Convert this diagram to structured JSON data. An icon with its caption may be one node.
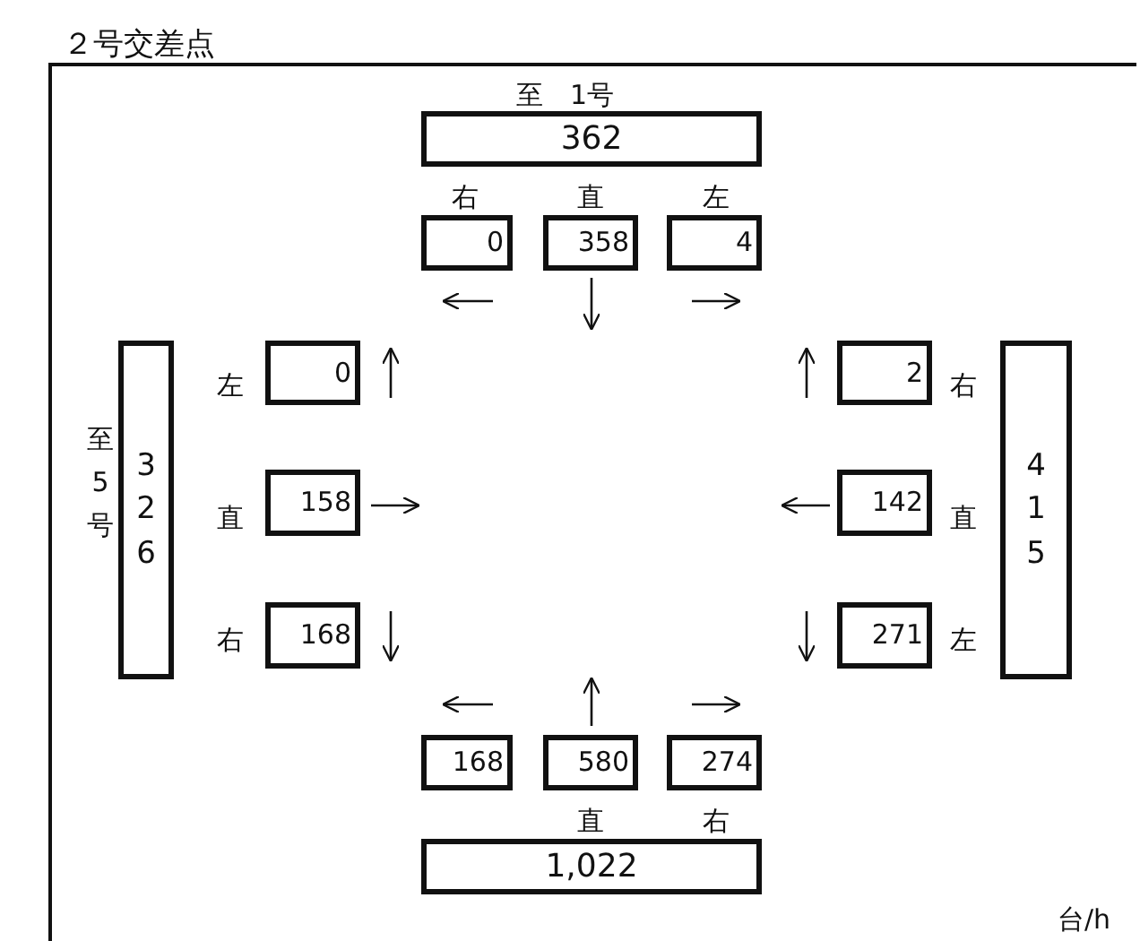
{
  "diagram": {
    "title": "２号交差点",
    "nodes": [
      {
        "text": [
          "362"
        ],
        "beside": [
          "至　1号"
        ]
      },
      {
        "text": [
          "0"
        ],
        "beside": [
          "右"
        ]
      },
      {
        "text": [
          "358"
        ],
        "beside": [
          "直"
        ]
      },
      {
        "text": [
          "4"
        ],
        "beside": [
          "左"
        ]
      },
      {
        "text": [
          "326"
        ],
        "beside": [
          "至　5号"
        ]
      },
      {
        "text": [
          "0"
        ],
        "beside": [
          "左"
        ]
      },
      {
        "text": [
          "158"
        ],
        "beside": [
          "直"
        ]
      },
      {
        "text": [
          "168"
        ],
        "beside": [
          "右"
        ]
      },
      {
        "text": [
          "2"
        ],
        "beside": [
          "右"
        ]
      },
      {
        "text": [
          "142"
        ],
        "beside": [
          "直"
        ]
      },
      {
        "text": [
          "271"
        ],
        "beside": [
          "左"
        ]
      },
      {
        "text": [
          "415"
        ]
      },
      {
        "text": [
          "168"
        ]
      },
      {
        "text": [
          "580"
        ],
        "beside": [
          "直"
        ]
      },
      {
        "text": [
          "274"
        ],
        "beside": [
          "右"
        ]
      },
      {
        "text": [
          "1,022"
        ]
      }
    ],
    "labels": [
      "台/h"
    ]
  }
}
